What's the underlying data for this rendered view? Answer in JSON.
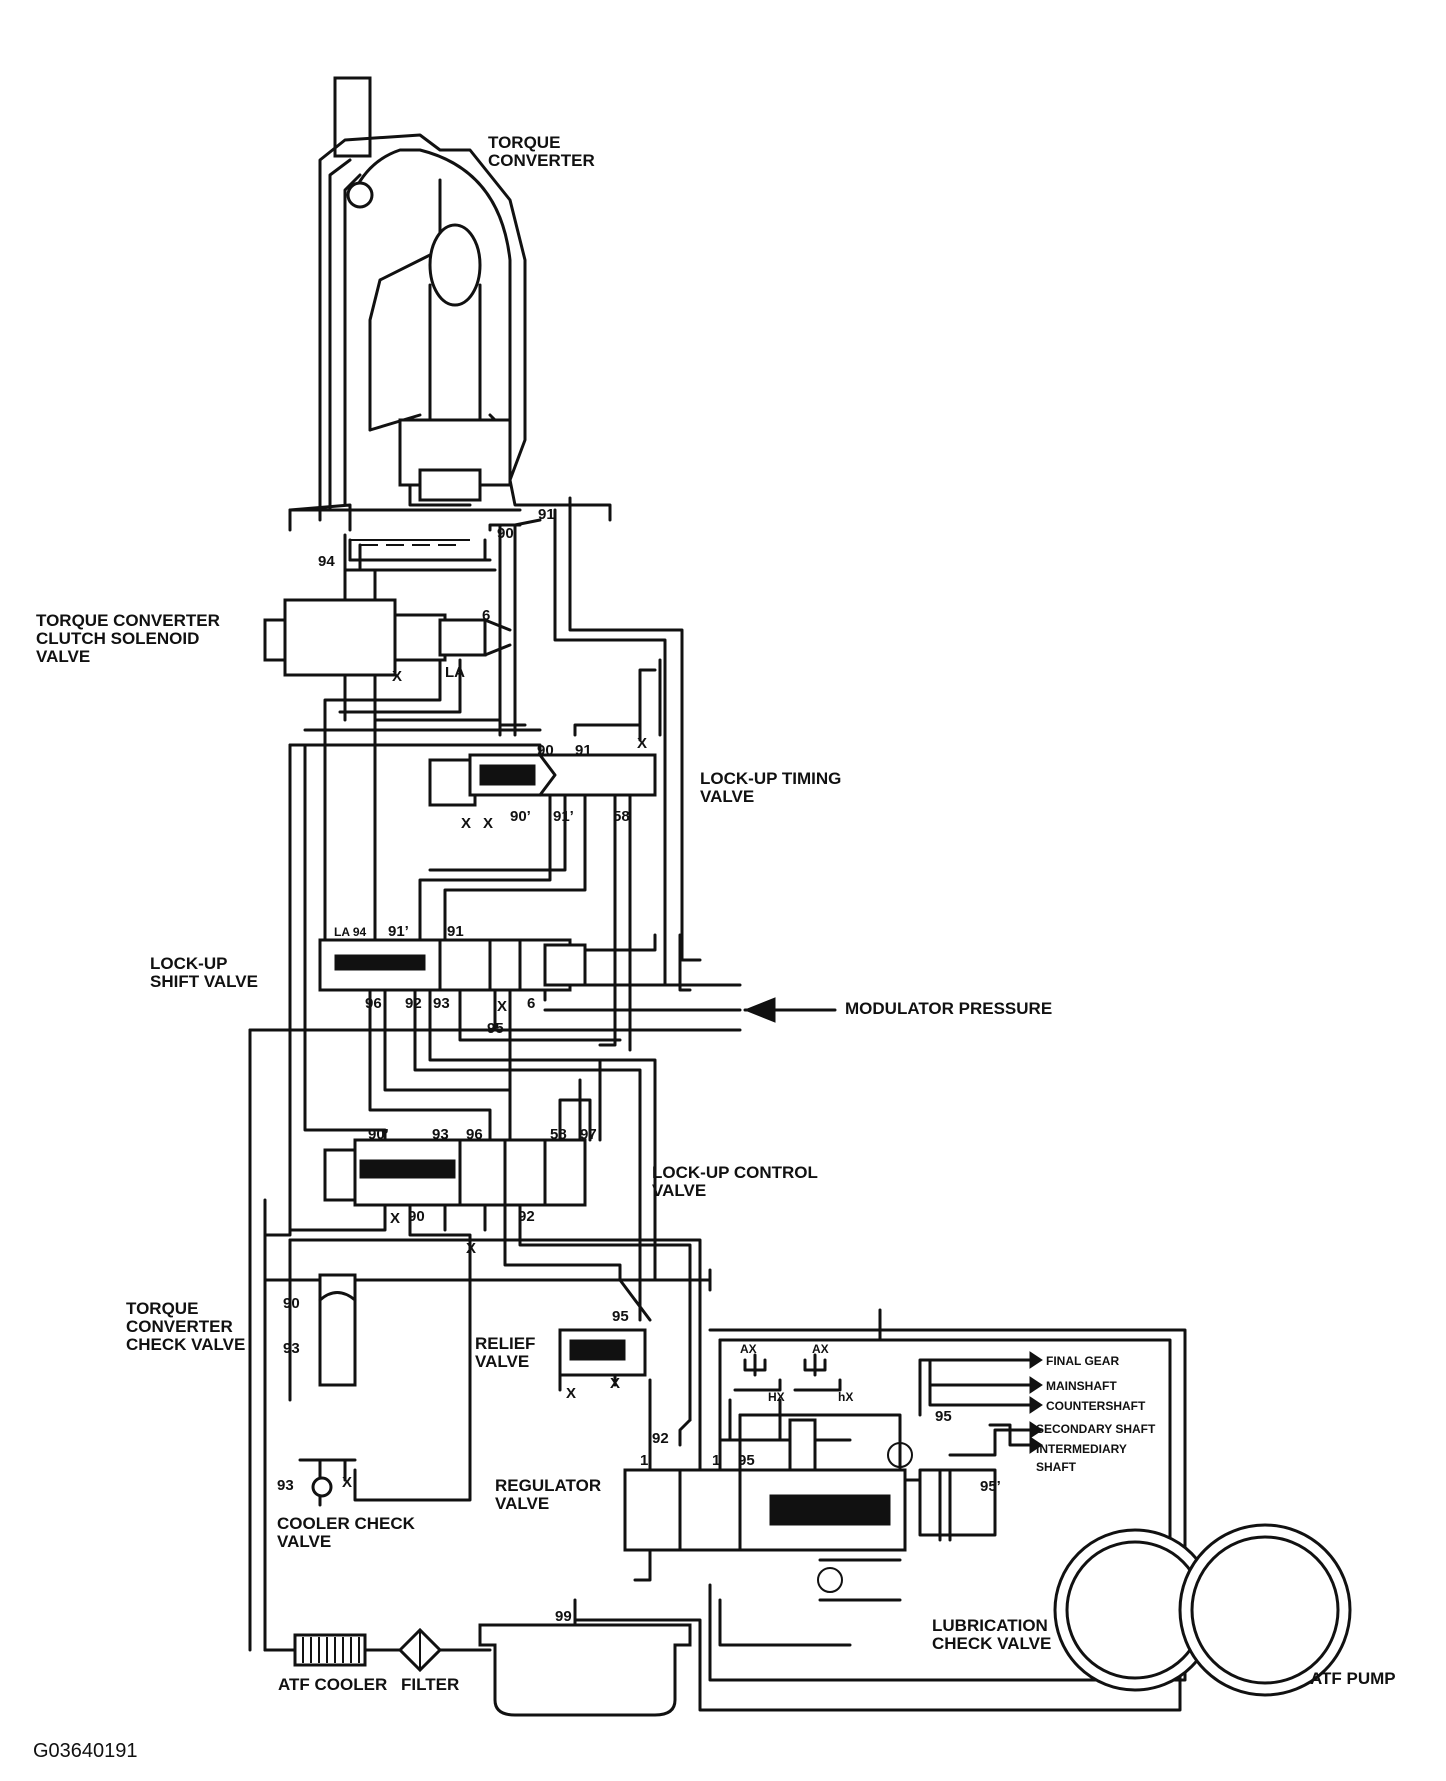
{
  "components": {
    "torque_converter": "TORQUE\nCONVERTER",
    "tcc_solenoid": "TORQUE CONVERTER\nCLUTCH SOLENOID\nVALVE",
    "lockup_timing_valve": "LOCK-UP TIMING\nVALVE",
    "lockup_shift_valve": "LOCK-UP\nSHIFT VALVE",
    "modulator_pressure": "MODULATOR PRESSURE",
    "lockup_control_valve": "LOCK-UP CONTROL\nVALVE",
    "tc_check_valve": "TORQUE\nCONVERTER\nCHECK VALVE",
    "relief_valve": "RELIEF\nVALVE",
    "regulator_valve": "REGULATOR\nVALVE",
    "cooler_check_valve": "COOLER CHECK\nVALVE",
    "atf_cooler": "ATF COOLER",
    "filter": "FILTER",
    "lubrication_check_valve": "LUBRICATION\nCHECK VALVE",
    "atf_pump": "ATF PUMP",
    "final_gear": "FINAL GEAR",
    "mainshaft": "MAINSHAFT",
    "countershaft": "COUNTERSHAFT",
    "secondary_shaft": "SECONDARY SHAFT",
    "intermediary_shaft": "INTERMEDIARY\nSHAFT"
  },
  "ports": {
    "tc_90": "90",
    "tc_91": "91",
    "tc_94": "94",
    "sol_6": "6",
    "sol_x": "X",
    "sol_la": "LA",
    "tv_90": "90",
    "tv_91": "91",
    "tv_x_top": "X",
    "tv_x1": "X",
    "tv_x2": "X",
    "tv_90p": "90’",
    "tv_91p": "91’",
    "tv_58": "58",
    "sv_la94": "LA 94",
    "sv_91p": "91’",
    "sv_91": "91",
    "sv_96": "96",
    "sv_92": "92",
    "sv_93": "93",
    "sv_x": "X",
    "sv_6": "6",
    "sv_95": "95",
    "cv_90p": "90’",
    "cv_93": "93",
    "cv_96": "96",
    "cv_58": "58",
    "cv_97": "97",
    "cv_x": "X",
    "cv_90": "90",
    "cv_92": "92",
    "cv_x2": "X",
    "chk_90": "90",
    "chk_93": "93",
    "rel_95": "95",
    "rel_x1": "X",
    "rel_x2": "X",
    "cool_93": "93",
    "cool_x": "X",
    "reg_92": "92",
    "reg_1a": "1",
    "reg_1b": "1",
    "reg_95": "95",
    "ax1": "AX",
    "hx": "HX",
    "ax2": "AX",
    "hx2": "hX",
    "lub_95": "95",
    "lub_95p": "95’",
    "p_99": "99"
  },
  "figure_code": "G03640191"
}
